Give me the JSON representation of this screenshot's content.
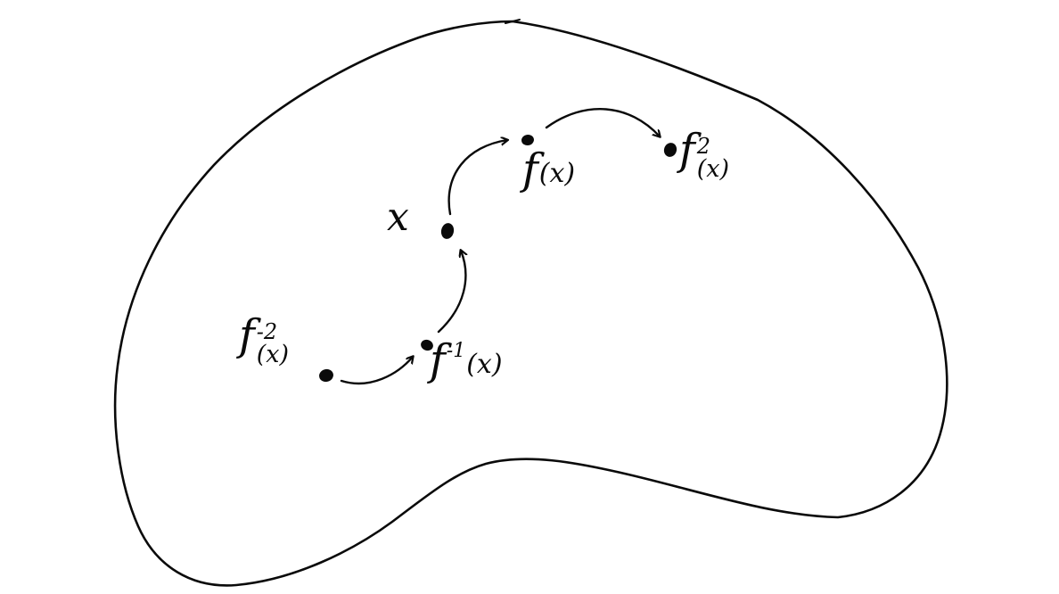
{
  "canvas": {
    "background": "#ffffff",
    "ink_color": "#0a0a0a",
    "description_name": "hand-drawn-set-with-function-orbit"
  },
  "labels": {
    "f_inv2": {
      "base": "f",
      "exp": "-2",
      "arg": "(x)"
    },
    "f_inv1": {
      "base": "f",
      "exp": "-1",
      "arg": "(x)"
    },
    "x": {
      "text": "x"
    },
    "f1": {
      "base": "f",
      "arg": "(x)"
    },
    "f2": {
      "base": "f",
      "exp": "2",
      "arg": "(x)"
    }
  },
  "points": [
    {
      "name": "point-f-inverse-2"
    },
    {
      "name": "point-f-inverse-1"
    },
    {
      "name": "point-x"
    },
    {
      "name": "point-f-of-x"
    },
    {
      "name": "point-f-squared"
    }
  ],
  "arrows": [
    {
      "name": "arrow-f-inverse-2-to-f-inverse-1"
    },
    {
      "name": "arrow-f-inverse-1-to-x"
    },
    {
      "name": "arrow-x-to-f"
    },
    {
      "name": "arrow-f-to-f-squared"
    }
  ]
}
